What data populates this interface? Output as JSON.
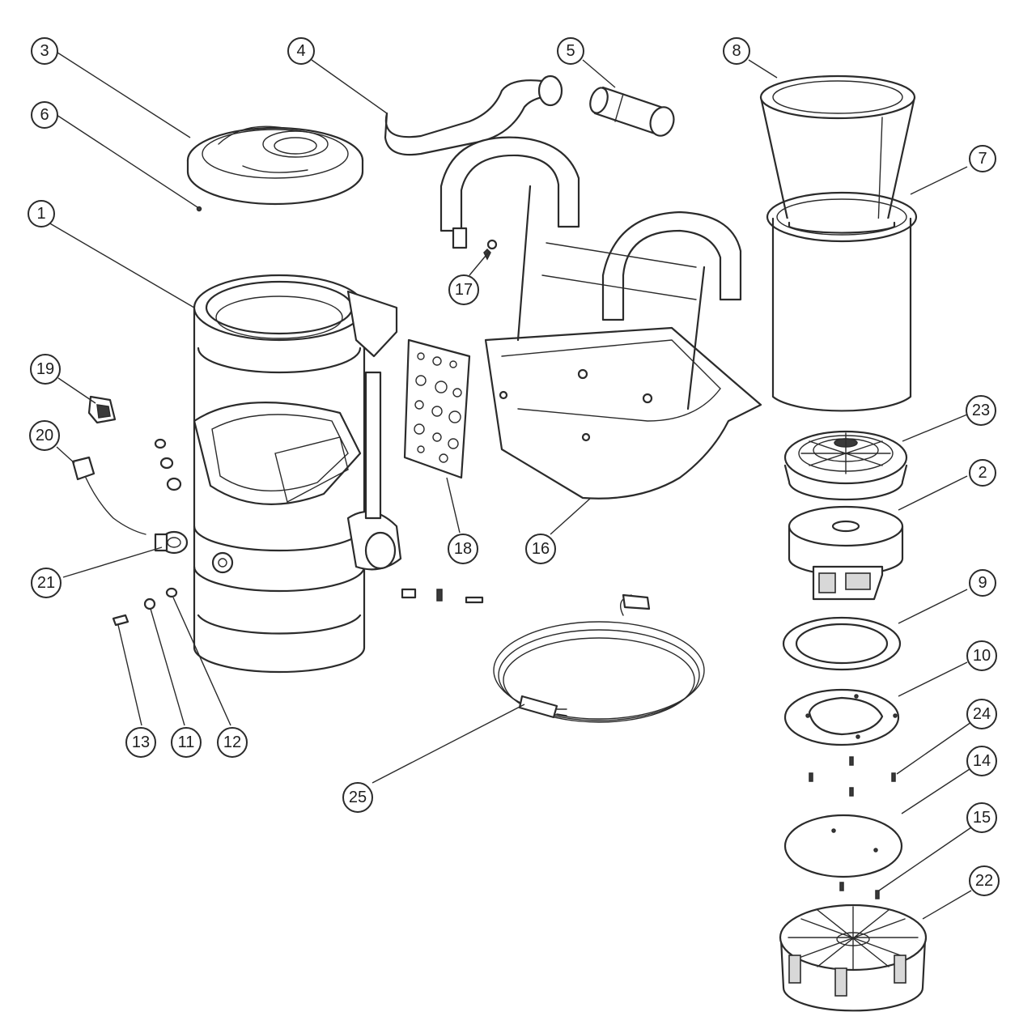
{
  "diagram": {
    "callouts": [
      {
        "label": "1",
        "part": "vacuum-body"
      },
      {
        "label": "2",
        "part": "motor"
      },
      {
        "label": "3",
        "part": "top-lid"
      },
      {
        "label": "4",
        "part": "curved-hose"
      },
      {
        "label": "5",
        "part": "hose-cuff"
      },
      {
        "label": "6",
        "part": "lid-pin"
      },
      {
        "label": "7",
        "part": "filter-canister"
      },
      {
        "label": "8",
        "part": "cloth-filter"
      },
      {
        "label": "9",
        "part": "motor-gasket"
      },
      {
        "label": "10",
        "part": "motor-mount-plate"
      },
      {
        "label": "11",
        "part": "washer"
      },
      {
        "label": "12",
        "part": "nut"
      },
      {
        "label": "13",
        "part": "screw"
      },
      {
        "label": "14",
        "part": "base-plate"
      },
      {
        "label": "15",
        "part": "base-screw"
      },
      {
        "label": "16",
        "part": "harness-frame"
      },
      {
        "label": "17",
        "part": "harness-screw"
      },
      {
        "label": "18",
        "part": "back-pad"
      },
      {
        "label": "19",
        "part": "cord-clip"
      },
      {
        "label": "20",
        "part": "power-lead"
      },
      {
        "label": "21",
        "part": "power-connector"
      },
      {
        "label": "22",
        "part": "exhaust-base"
      },
      {
        "label": "23",
        "part": "motor-filter-cap"
      },
      {
        "label": "24",
        "part": "mount-screw"
      },
      {
        "label": "25",
        "part": "power-cord"
      }
    ]
  }
}
